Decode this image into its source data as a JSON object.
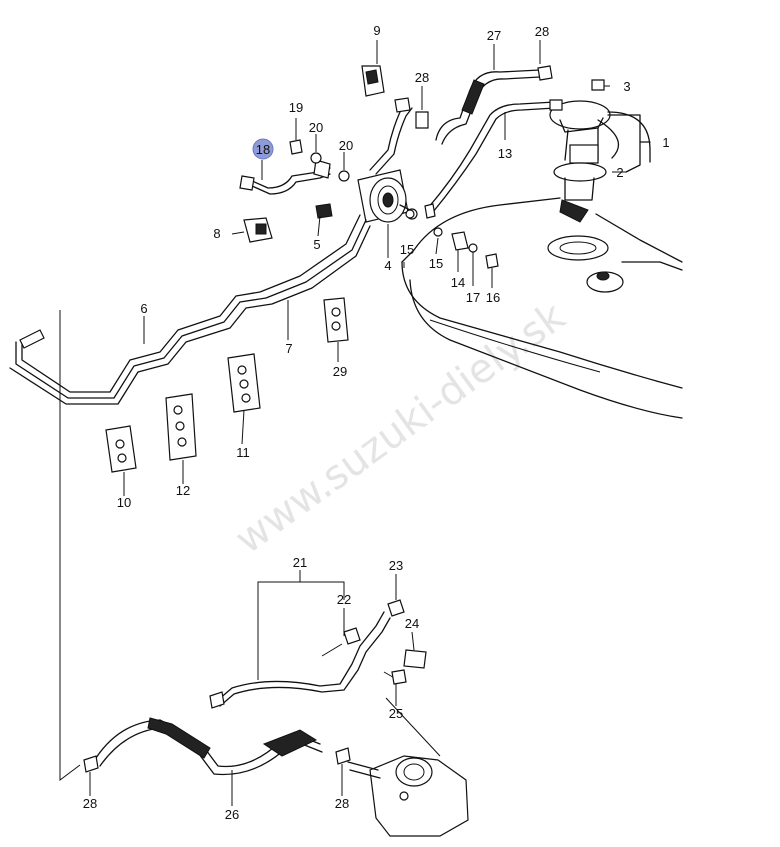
{
  "watermark": "www.suzuki-diely.sk",
  "highlighted_callout": "18",
  "colors": {
    "line": "#111111",
    "highlight": "#8f9bd6",
    "watermark": "#e4e4e4"
  },
  "callouts": {
    "c1": "1",
    "c2": "2",
    "c3": "3",
    "c4": "4",
    "c5": "5",
    "c6": "6",
    "c7": "7",
    "c8": "8",
    "c9": "9",
    "c10": "10",
    "c11": "11",
    "c12": "12",
    "c13": "13",
    "c14": "14",
    "c15a": "15",
    "c15b": "15",
    "c16": "16",
    "c17": "17",
    "c18": "18",
    "c19": "19",
    "c20a": "20",
    "c20b": "20",
    "c21": "21",
    "c22": "22",
    "c23": "23",
    "c24": "24",
    "c25": "25",
    "c26": "26",
    "c27": "27",
    "c28a": "28",
    "c28b": "28",
    "c28c": "28",
    "c28d": "28",
    "c29": "29"
  }
}
